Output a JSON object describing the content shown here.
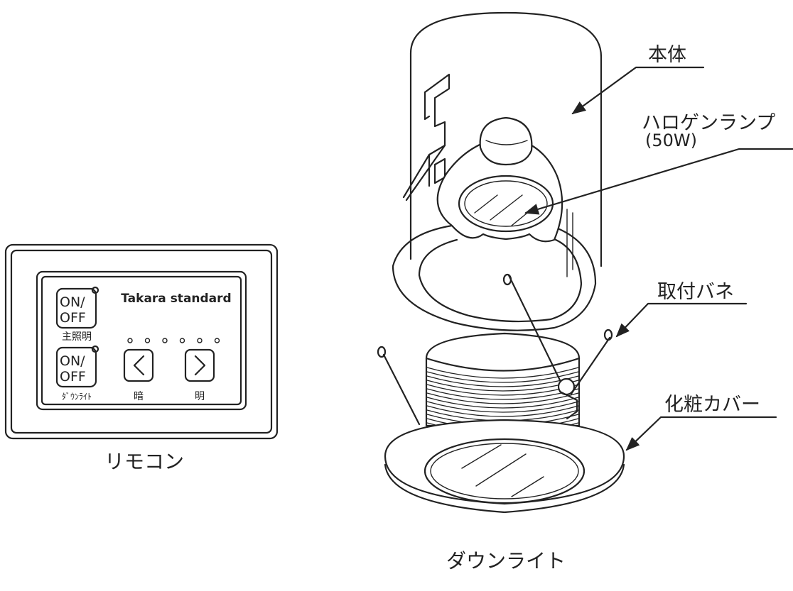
{
  "remote": {
    "brand": "Takara standard",
    "main_light": {
      "on": "ON/",
      "off": "OFF",
      "label": "主照明"
    },
    "downlight": {
      "on": "ON/",
      "off": "OFF",
      "label": "ﾀﾞｳﾝﾗｲﾄ"
    },
    "dim_label": "暗",
    "bright_label": "明",
    "dim_symbol": "<",
    "bright_symbol": ">",
    "level_indicator_count": 6,
    "caption": "リモコン"
  },
  "downlight": {
    "callouts": {
      "body": "本体",
      "lamp_line1": "ハロゲンランプ",
      "lamp_line2": "(50W)",
      "spring": "取付バネ",
      "cover": "化粧カバー"
    },
    "caption": "ダウンライト"
  }
}
